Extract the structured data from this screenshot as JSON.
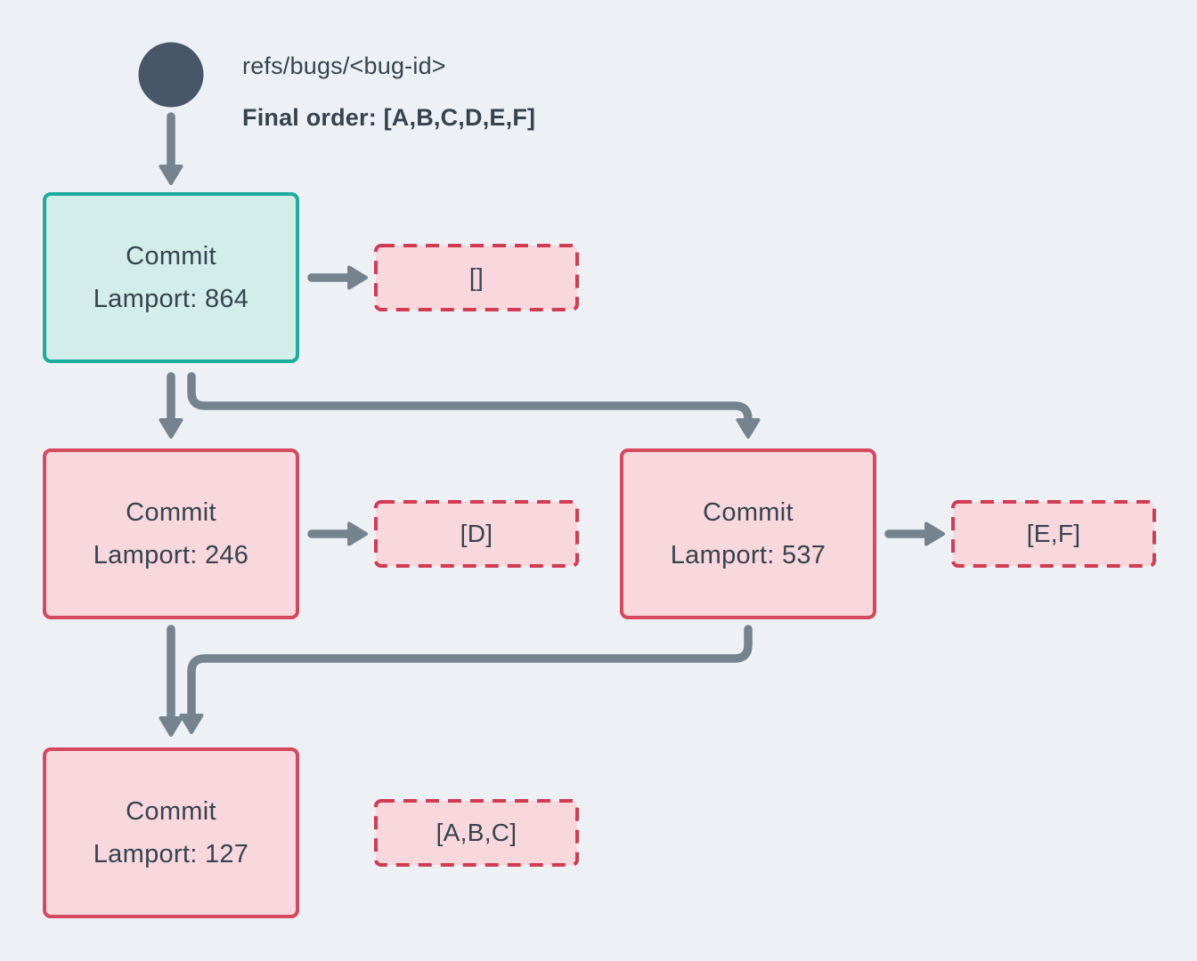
{
  "colors": {
    "bg": "#edf1f5",
    "slate_text": "#36434f",
    "circle": "#475769",
    "arrow": "#75838f",
    "teal_border": "#1ead9d",
    "teal_fill": "#d3edea",
    "red_border": "#d5485e",
    "red_dash": "#d23b52",
    "pink_fill": "#f8d8dd"
  },
  "header": {
    "ref_label": "refs/bugs/<bug-id>",
    "final_order": "Final order: [A,B,C,D,E,F]"
  },
  "nodes": [
    {
      "id": "commit-864",
      "title": "Commit",
      "subtitle": "Lamport: 864",
      "variant": "teal",
      "payload": "[]"
    },
    {
      "id": "commit-246",
      "title": "Commit",
      "subtitle": "Lamport: 246",
      "variant": "pink",
      "payload": "[D]"
    },
    {
      "id": "commit-537",
      "title": "Commit",
      "subtitle": "Lamport: 537",
      "variant": "pink",
      "payload": "[E,F]"
    },
    {
      "id": "commit-127",
      "title": "Commit",
      "subtitle": "Lamport: 127",
      "variant": "pink",
      "payload": "[A,B,C]"
    }
  ],
  "edges": [
    {
      "from": "ref",
      "to": "commit-864"
    },
    {
      "from": "commit-864",
      "to": "payload-empty"
    },
    {
      "from": "commit-864",
      "to": "commit-246"
    },
    {
      "from": "commit-864",
      "to": "commit-537"
    },
    {
      "from": "commit-246",
      "to": "payload-d"
    },
    {
      "from": "commit-537",
      "to": "payload-ef"
    },
    {
      "from": "commit-246",
      "to": "commit-127"
    },
    {
      "from": "commit-537",
      "to": "commit-127"
    },
    {
      "from": "commit-127",
      "to": "payload-abc"
    }
  ]
}
